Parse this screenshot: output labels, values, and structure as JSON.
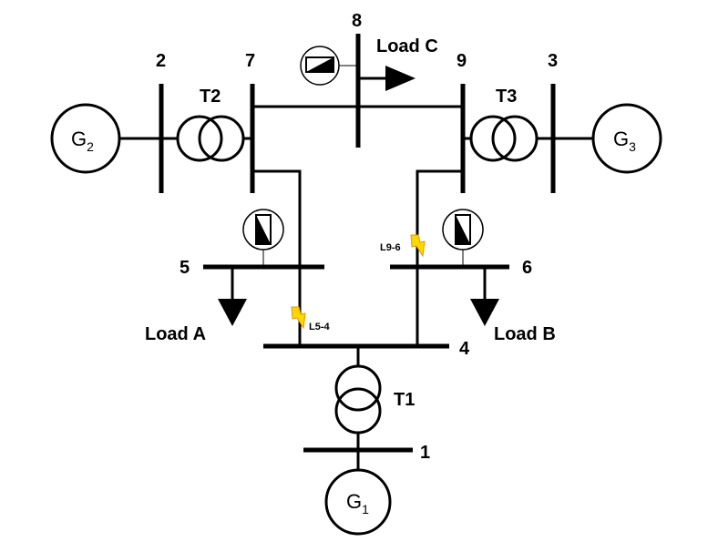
{
  "buses": {
    "b1": "1",
    "b2": "2",
    "b3": "3",
    "b4": "4",
    "b5": "5",
    "b6": "6",
    "b7": "7",
    "b8": "8",
    "b9": "9"
  },
  "generators": {
    "g1": {
      "letter": "G",
      "sub": "1"
    },
    "g2": {
      "letter": "G",
      "sub": "2"
    },
    "g3": {
      "letter": "G",
      "sub": "3"
    }
  },
  "transformers": {
    "t1": "T1",
    "t2": "T2",
    "t3": "T3"
  },
  "loads": {
    "a": "Load A",
    "b": "Load B",
    "c": "Load C"
  },
  "faults": {
    "f1": "L5-4",
    "f2": "L9-6"
  },
  "colors": {
    "line": "#000000",
    "fault_fill": "#ffd700",
    "fault_stroke": "#e69500"
  },
  "icons": {
    "fault": "lightning-bolt-icon",
    "meter": "measurement-meter-icon",
    "load": "load-arrow-icon"
  }
}
